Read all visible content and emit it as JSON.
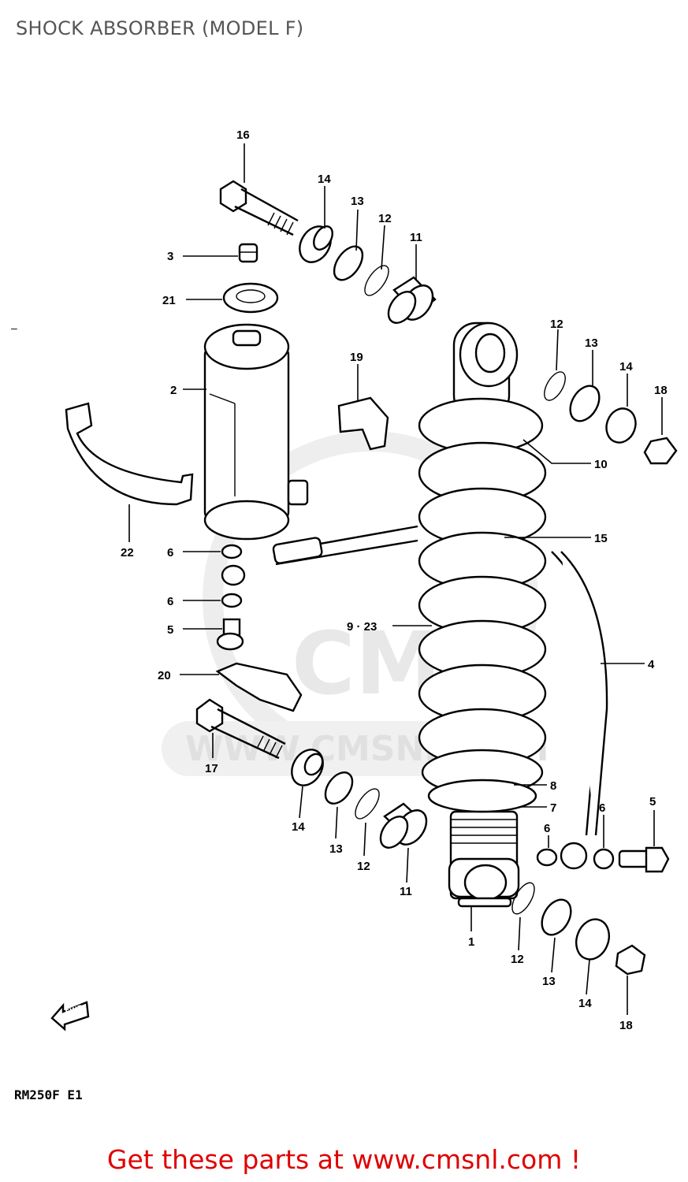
{
  "header": {
    "title": "SHOCK ABSORBER (MODEL F)"
  },
  "diagram": {
    "callouts": {
      "c1": "1",
      "c2": "2",
      "c3": "3",
      "c4": "4",
      "c5a": "5",
      "c5b": "5",
      "c6a": "6",
      "c6b": "6",
      "c6c": "6",
      "c6d": "6",
      "c7": "7",
      "c8": "8",
      "c923": "9 · 23",
      "c10": "10",
      "c11a": "11",
      "c11b": "11",
      "c12a": "12",
      "c12b": "12",
      "c12c": "12",
      "c12d": "12",
      "c13a": "13",
      "c13b": "13",
      "c13c": "13",
      "c13d": "13",
      "c14a": "14",
      "c14b": "14",
      "c14c": "14",
      "c14d": "14",
      "c15": "15",
      "c16": "16",
      "c17": "17",
      "c18a": "18",
      "c18b": "18",
      "c19": "19",
      "c20": "20",
      "c21": "21",
      "c22": "22"
    },
    "watermark": "CMS",
    "watermark_url": "WWW.CMSNL.COM",
    "model_code": "RM250F  E1",
    "arrow_label": "FWD"
  },
  "footer": {
    "cta": "Get these parts at www.cmsnl.com !"
  }
}
